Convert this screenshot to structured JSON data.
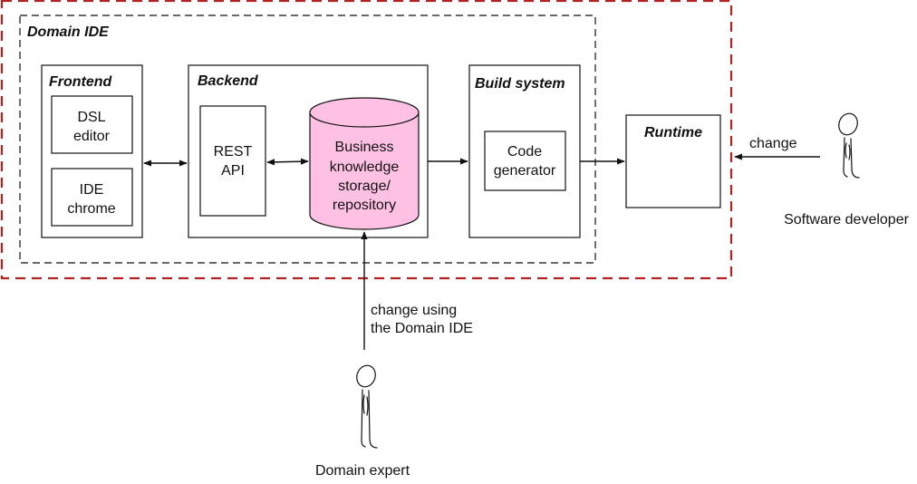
{
  "diagram": {
    "outer_boundary": {
      "color": "#b22222"
    },
    "domain_ide": {
      "title": "Domain IDE"
    },
    "frontend": {
      "title": "Frontend",
      "dsl_editor": {
        "line1": "DSL",
        "line2": "editor"
      },
      "ide_chrome": {
        "line1": "IDE",
        "line2": "chrome"
      }
    },
    "backend": {
      "title": "Backend",
      "rest_api": {
        "line1": "REST",
        "line2": "API"
      },
      "storage": {
        "line1": "Business",
        "line2": "knowledge",
        "line3": "storage/",
        "line4": "repository",
        "fill": "#ffc1e3"
      }
    },
    "build_system": {
      "title": "Build system",
      "code_generator": {
        "line1": "Code",
        "line2": "generator"
      }
    },
    "runtime": {
      "title": "Runtime"
    },
    "software_developer": {
      "label": "Software developer",
      "action": "change"
    },
    "domain_expert": {
      "label": "Domain expert",
      "action_line1": "change using",
      "action_line2": "the Domain IDE"
    }
  }
}
